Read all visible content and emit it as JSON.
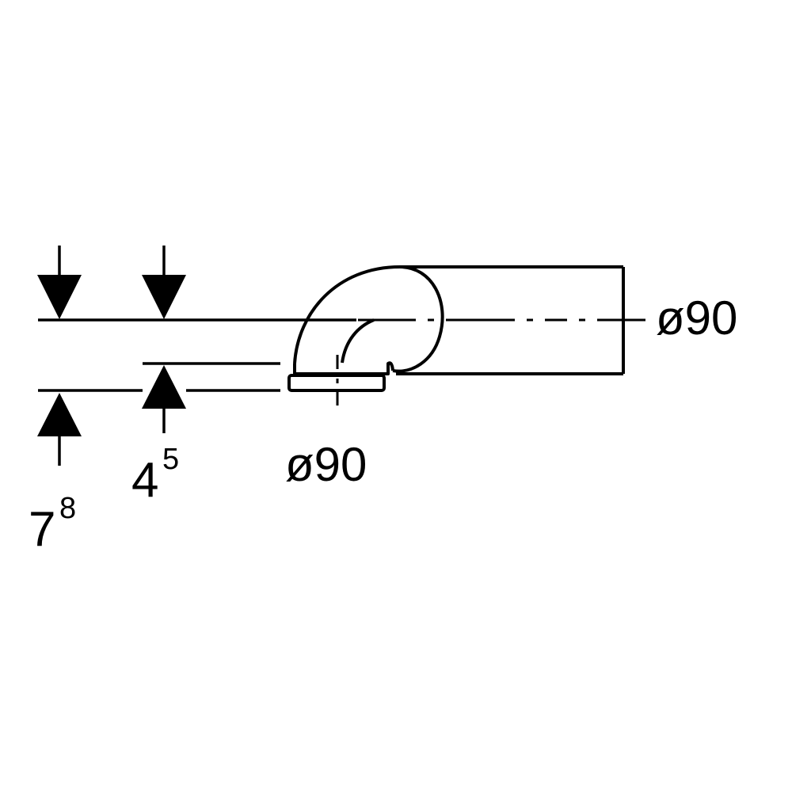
{
  "colors": {
    "stroke": "#000000",
    "background": "#ffffff"
  },
  "dimensions": {
    "left_height": {
      "main": "7",
      "sup": "8"
    },
    "inner_height": {
      "main": "4",
      "sup": "5"
    }
  },
  "diameters": {
    "outlet": "ø90",
    "inlet": "ø90"
  }
}
